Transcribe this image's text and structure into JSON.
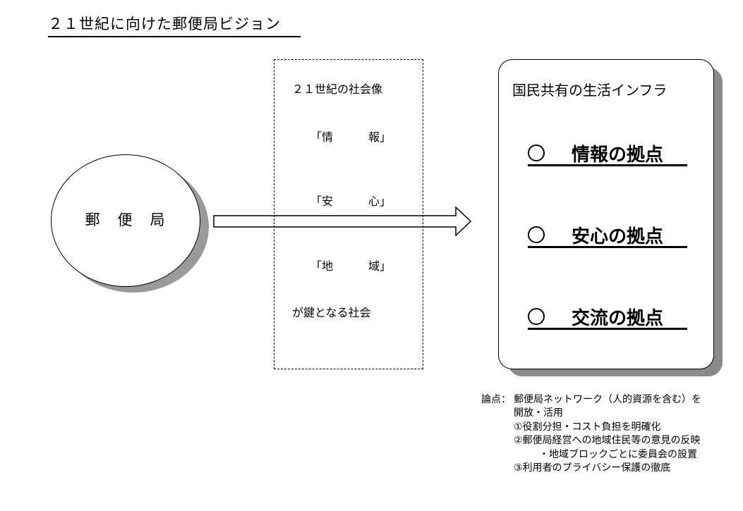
{
  "title": "２１世紀に向けた郵便局ビジョン",
  "circle_label": "郵　便　局",
  "middle": {
    "heading": "２１世紀の社会像",
    "keywords": [
      {
        "open": "「情",
        "close": "報」"
      },
      {
        "open": "「安",
        "close": "心」"
      },
      {
        "open": "「地",
        "close": "域」"
      }
    ],
    "footer": "が鍵となる社会"
  },
  "panel": {
    "heading": "国民共有の生活インフラ",
    "items": [
      {
        "marker": "○",
        "text": "情報の拠点"
      },
      {
        "marker": "○",
        "text": "安心の拠点"
      },
      {
        "marker": "○",
        "text": "交流の拠点"
      }
    ]
  },
  "note": {
    "label": "論点：",
    "line1": "郵便局ネットワーク（人的資源を含む）を",
    "line2": "開放・活用",
    "line3": "①役割分担・コスト負担を明確化",
    "line4": "②郵便局経営への地域住民等の意見の反映",
    "line5": "・地域ブロックごとに委員会の設置",
    "line6": "③利用者のプライバシー保護の徹底"
  }
}
